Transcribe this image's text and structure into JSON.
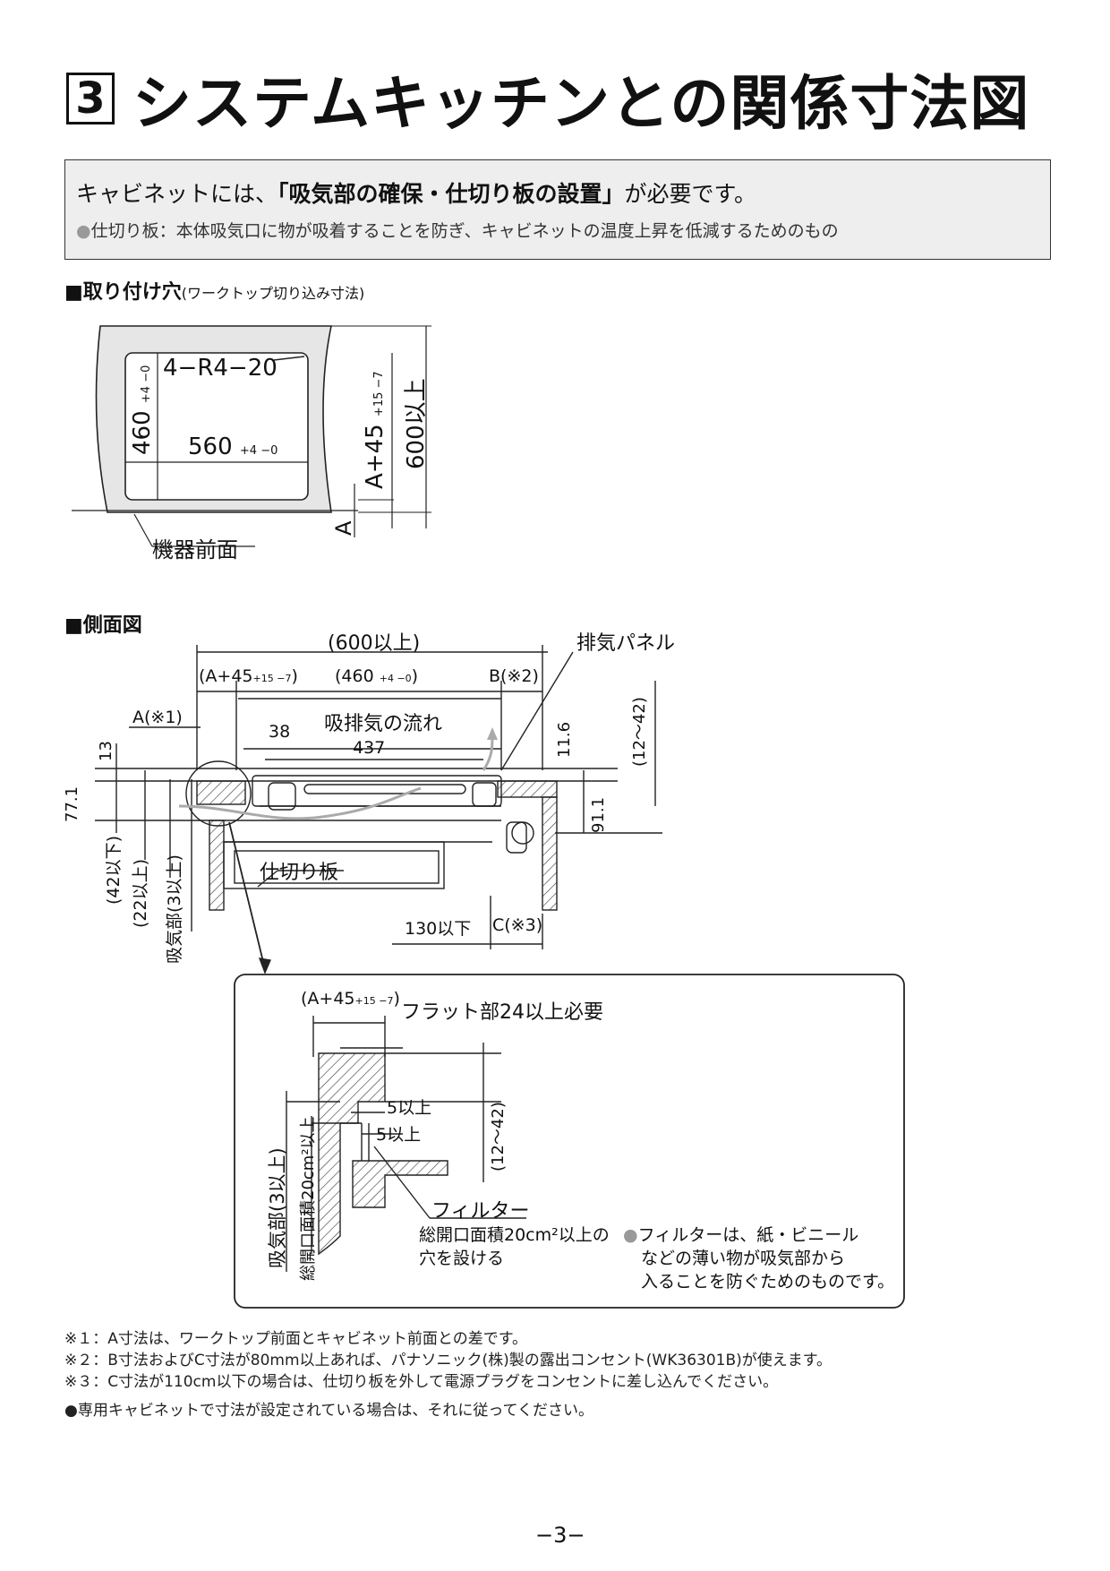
{
  "title": {
    "number": "3",
    "text": "システムキッチンとの関係寸法図"
  },
  "notice": {
    "prefix": "キャビネットには、",
    "emphasis": "「吸気部の確保・仕切り板の設置」",
    "suffix": "が必要です。",
    "bullet": "●",
    "sub": "仕切り板：本体吸気口に物が吸着することを防ぎ、キャビネットの温度上昇を低減するためのもの"
  },
  "section1": {
    "heading": "■取り付け穴",
    "note": "(ワークトップ切り込み寸法)"
  },
  "hole": {
    "radius": "4−R4−20",
    "depth": "460",
    "depth_tol": "+4 −0",
    "width": "560",
    "width_tol": "+4 −0",
    "offset": "A+45",
    "offset_tol": "+15 −7",
    "total": "600以上",
    "a": "A",
    "front": "機器前面"
  },
  "section2": {
    "heading": "■側面図"
  },
  "side": {
    "total": "(600以上)",
    "a45": "(A+45",
    "a45_tol": "+15 −7",
    "a45_close": ")",
    "d460": "(460",
    "d460_tol": "+4 −0",
    "d460_close": ")",
    "b": "B(※2)",
    "a1": "A(※1)",
    "d38": "38",
    "flow": "吸排気の流れ",
    "d437": "437",
    "d11_6": "11.6",
    "d12_42": "(12〜42)",
    "d13": "13",
    "d77_1": "77.1",
    "d91_1": "91.1",
    "exhaust": "排気パネル",
    "partition": "仕切り板",
    "le42": "(42以下)",
    "ge22": "(22以上)",
    "intake": "吸気部(3以上)",
    "le130": "130以下",
    "c3": "C(※3)"
  },
  "detail": {
    "a45": "(A+45",
    "a45_tol": "+15 −7",
    "a45_close": ")",
    "flat": "フラット部24以上必要",
    "ge5a": "5以上",
    "ge5b": "5以上",
    "d12_42": "(12〜42)",
    "intake": "吸気部(3以上)",
    "area": "総開口面積20cm²以上",
    "filter": "フィルター",
    "hole1": "総開口面積20cm²以上の",
    "hole2": "穴を設ける",
    "bullet": "●",
    "note1": "フィルターは、紙・ビニール",
    "note2": "などの薄い物が吸気部から",
    "note3": "入ることを防ぐためのものです。"
  },
  "footnotes": [
    "※１：A寸法は、ワークトップ前面とキャビネット前面との差です。",
    "※２：B寸法およびC寸法が80mm以上あれば、パナソニック(株)製の露出コンセント(WK36301B)が使えます。",
    "※３：C寸法が110cm以下の場合は、仕切り板を外して電源プラグをコンセントに差し込んでください。",
    "●専用キャビネットで寸法が設定されている場合は、それに従ってください。"
  ],
  "page_number": "−3−"
}
